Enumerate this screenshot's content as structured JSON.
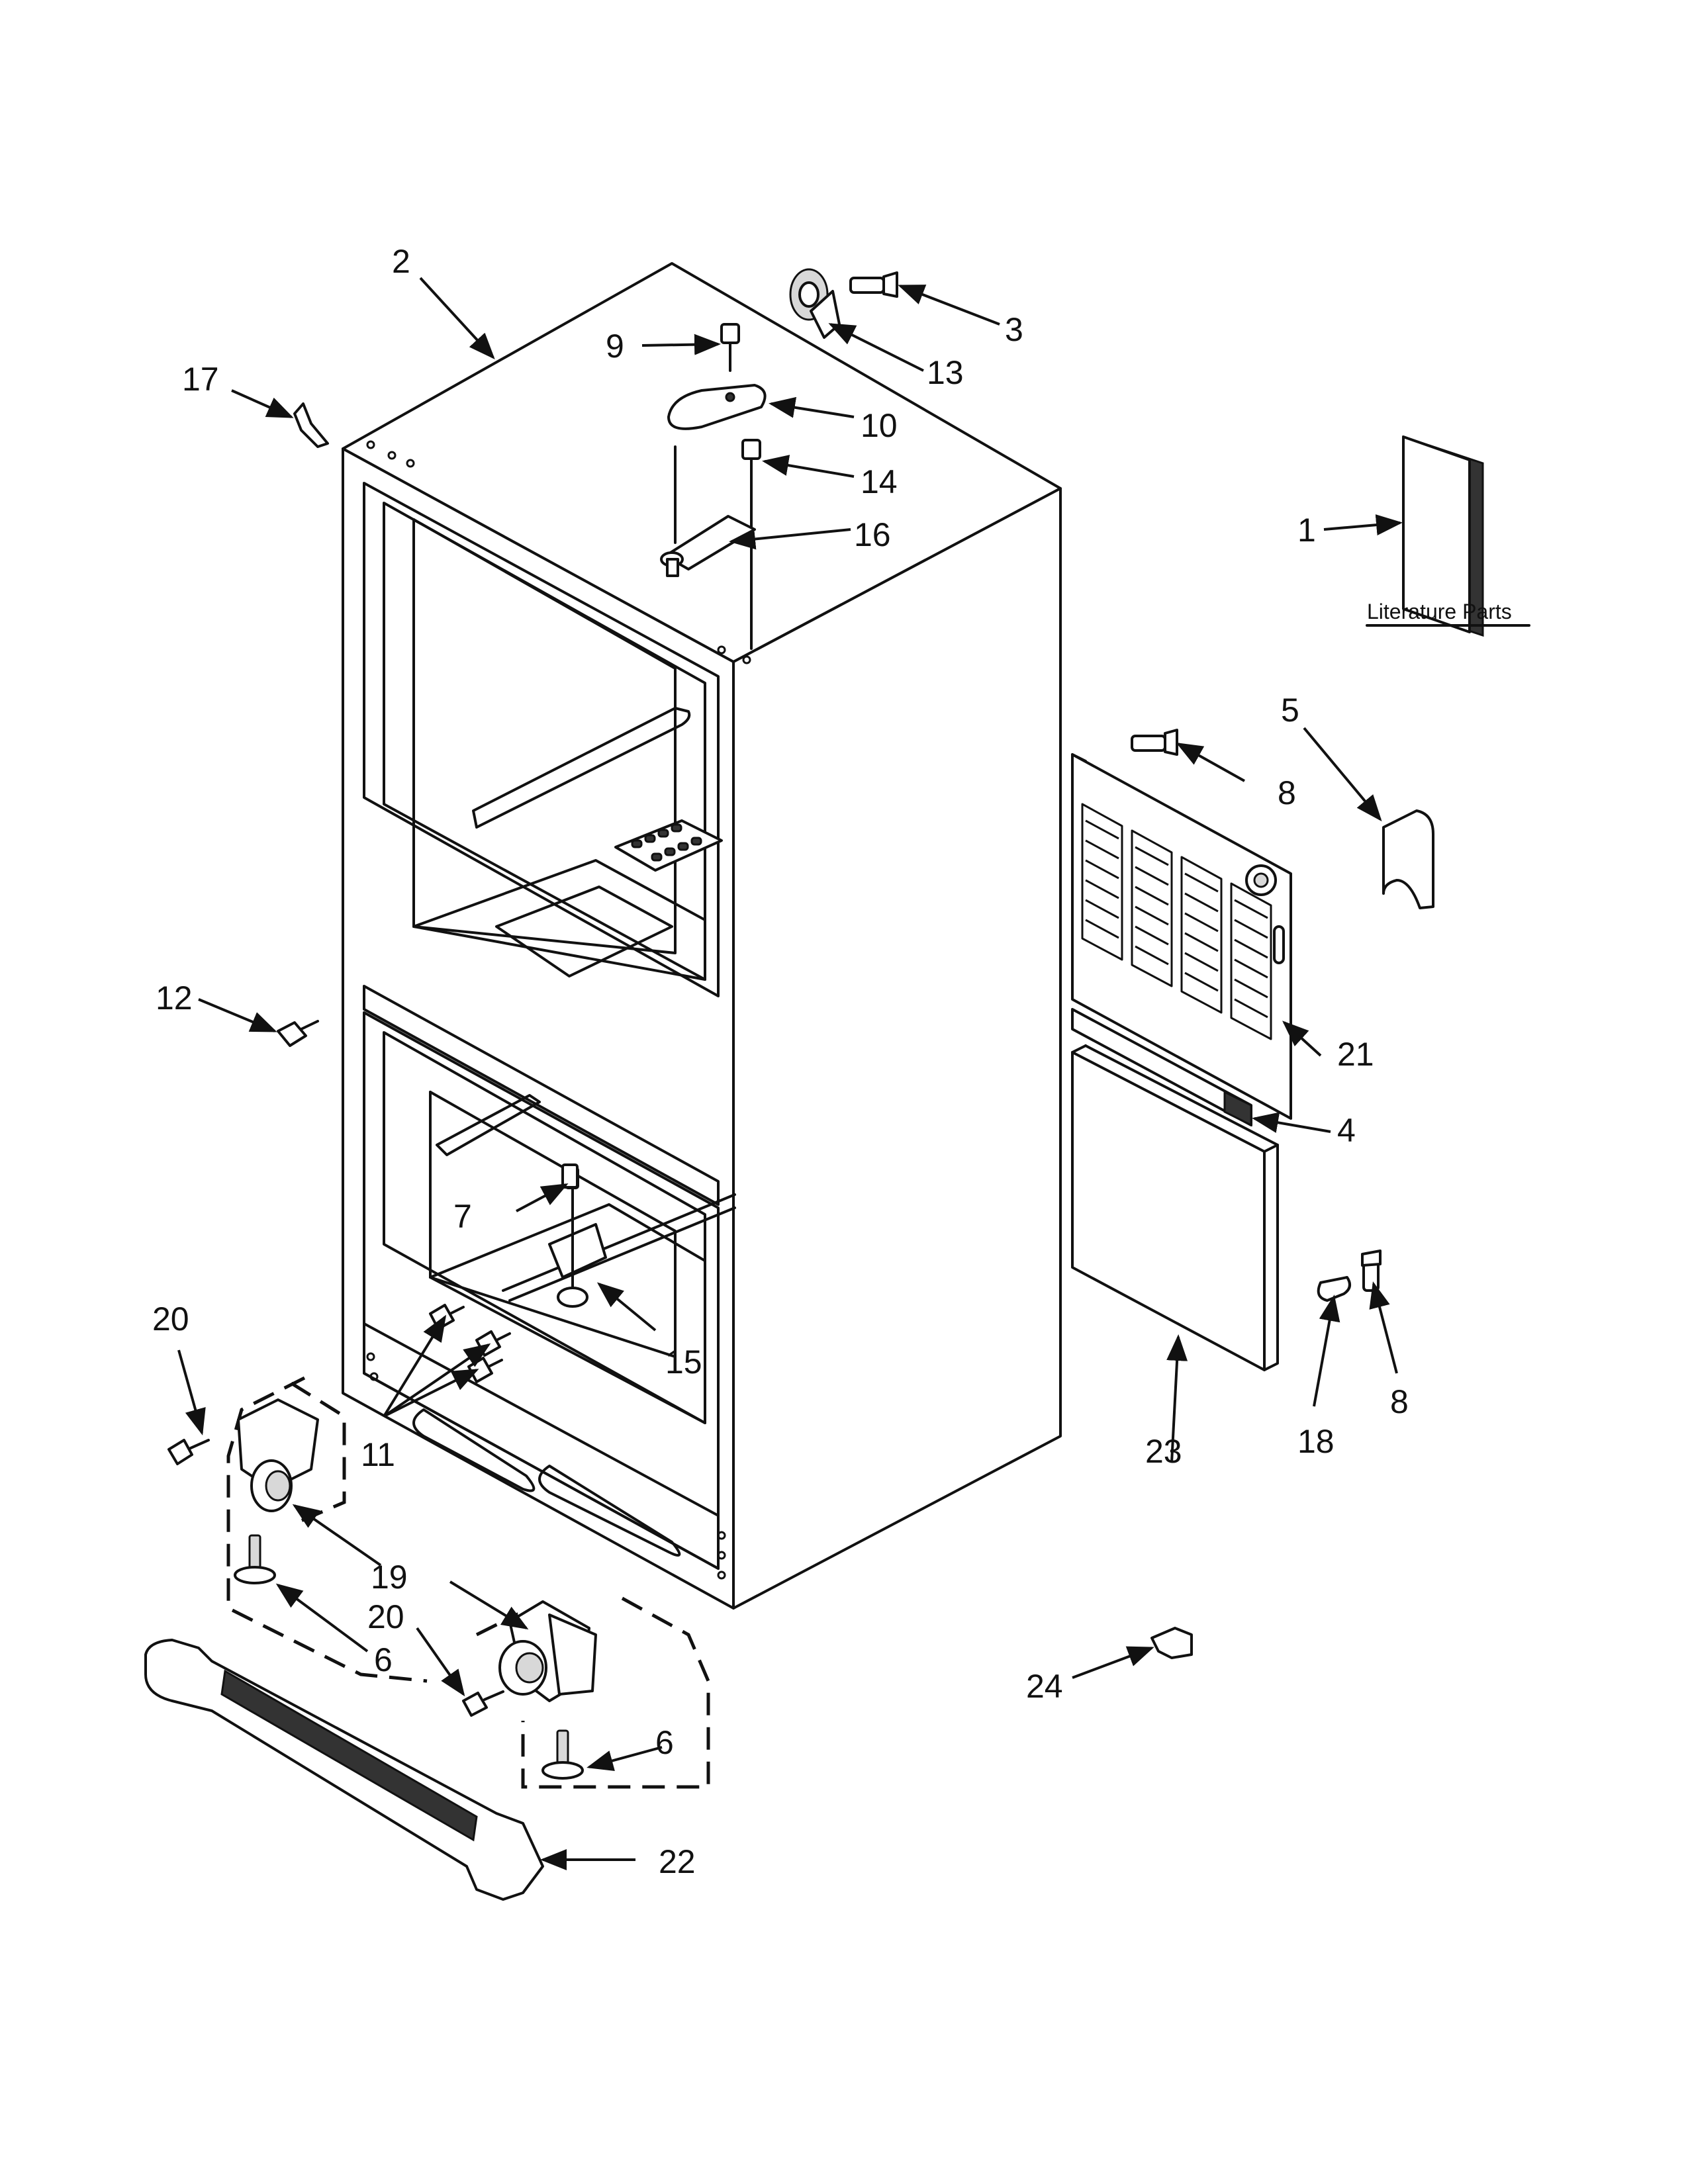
{
  "section_label": "Literature Parts",
  "callouts": [
    "1",
    "2",
    "3",
    "4",
    "5",
    "6",
    "6",
    "7",
    "8",
    "8",
    "9",
    "10",
    "11",
    "12",
    "13",
    "14",
    "15",
    "16",
    "17",
    "18",
    "19",
    "20",
    "20",
    "21",
    "22",
    "23",
    "24"
  ]
}
